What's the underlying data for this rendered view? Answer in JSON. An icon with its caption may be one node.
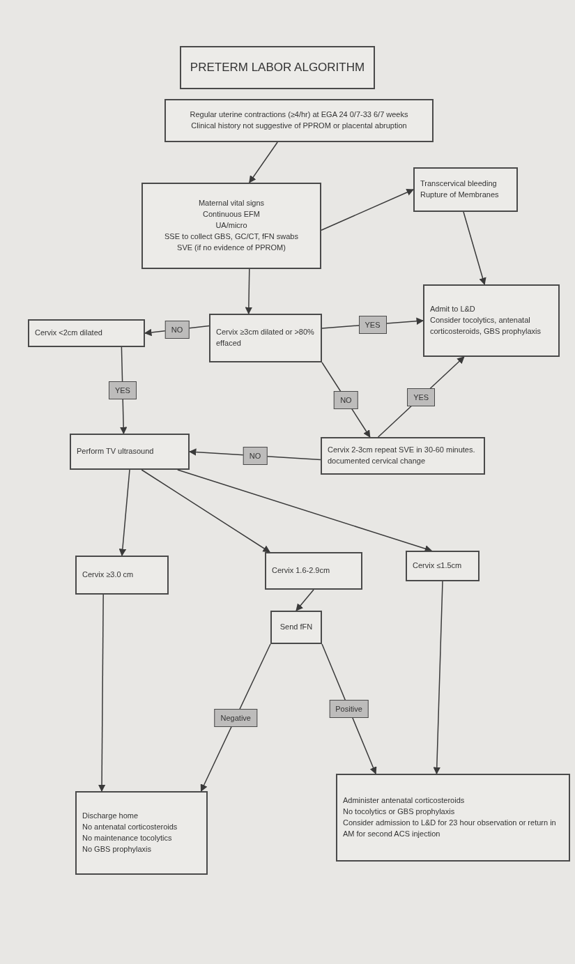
{
  "diagram": {
    "nodes": [
      {
        "text": [
          "PRETERM LABOR ALGORITHM"
        ]
      },
      {
        "text": [
          "Regular uterine contractions (≥4/hr) at EGA 24 0/7-33 6/7 weeks",
          "Clinical history not suggestive of PPROM or placental abruption"
        ]
      },
      {
        "text": [
          "Maternal vital signs",
          "Continuous EFM",
          "UA/micro",
          "SSE to collect GBS, GC/CT, fFN swabs",
          "SVE (if no evidence of PPROM)"
        ]
      },
      {
        "text": [
          "Transcervical bleeding",
          "Rupture of Membranes"
        ]
      },
      {
        "text": [
          "Cervix ≥3cm dilated or >80% effaced"
        ]
      },
      {
        "text": [
          "Cervix <2cm dilated"
        ]
      },
      {
        "text": [
          "Admit to L&D",
          "Consider tocolytics, antenatal corticosteroids, GBS prophylaxis"
        ]
      },
      {
        "text": [
          "Perform TV ultrasound"
        ]
      },
      {
        "text": [
          "Cervix 2-3cm repeat SVE in 30-60 minutes. documented cervical change"
        ]
      },
      {
        "text": [
          "Cervix ≥3.0 cm"
        ]
      },
      {
        "text": [
          "Cervix 1.6-2.9cm"
        ]
      },
      {
        "text": [
          "Cervix ≤1.5cm"
        ]
      },
      {
        "text": [
          "Send fFN"
        ]
      },
      {
        "text": [
          "Discharge home",
          "No antenatal corticosteroids",
          "No maintenance tocolytics",
          "No GBS prophylaxis"
        ]
      },
      {
        "text": [
          "Administer antenatal corticosteroids",
          "No tocolytics or GBS prophylaxis",
          "Consider admission to L&D for 23 hour observation or return in AM for second ACS injection"
        ]
      }
    ],
    "edges": [
      {
        "from": 1,
        "to": 2,
        "arrow": "to"
      },
      {
        "from": 2,
        "to": 3,
        "arrow": "to"
      },
      {
        "from": 3,
        "to": 6,
        "arrow": "to"
      },
      {
        "from": 2,
        "to": 4,
        "arrow": "to"
      },
      {
        "from": 4,
        "to": 5,
        "arrow": "to",
        "label": "NO"
      },
      {
        "from": 4,
        "to": 6,
        "arrow": "to",
        "label": "YES"
      },
      {
        "from": 5,
        "to": 7,
        "arrow": "to",
        "label": "YES"
      },
      {
        "from": 4,
        "to": 8,
        "arrow": "to",
        "label": "NO"
      },
      {
        "from": 8,
        "to": 6,
        "arrow": "to",
        "label": "YES"
      },
      {
        "from": 8,
        "to": 7,
        "arrow": "to",
        "label": "NO"
      },
      {
        "from": 7,
        "to": 9,
        "arrow": "to"
      },
      {
        "from": 7,
        "to": 10,
        "arrow": "to"
      },
      {
        "from": 7,
        "to": 11,
        "arrow": "to"
      },
      {
        "from": 10,
        "to": 12,
        "arrow": "to"
      },
      {
        "from": 12,
        "to": 13,
        "arrow": "to",
        "label": "Negative"
      },
      {
        "from": 12,
        "to": 14,
        "arrow": "to",
        "label": "Positive"
      },
      {
        "from": 9,
        "to": 13,
        "arrow": "to"
      },
      {
        "from": 11,
        "to": 14,
        "arrow": "to"
      }
    ]
  }
}
